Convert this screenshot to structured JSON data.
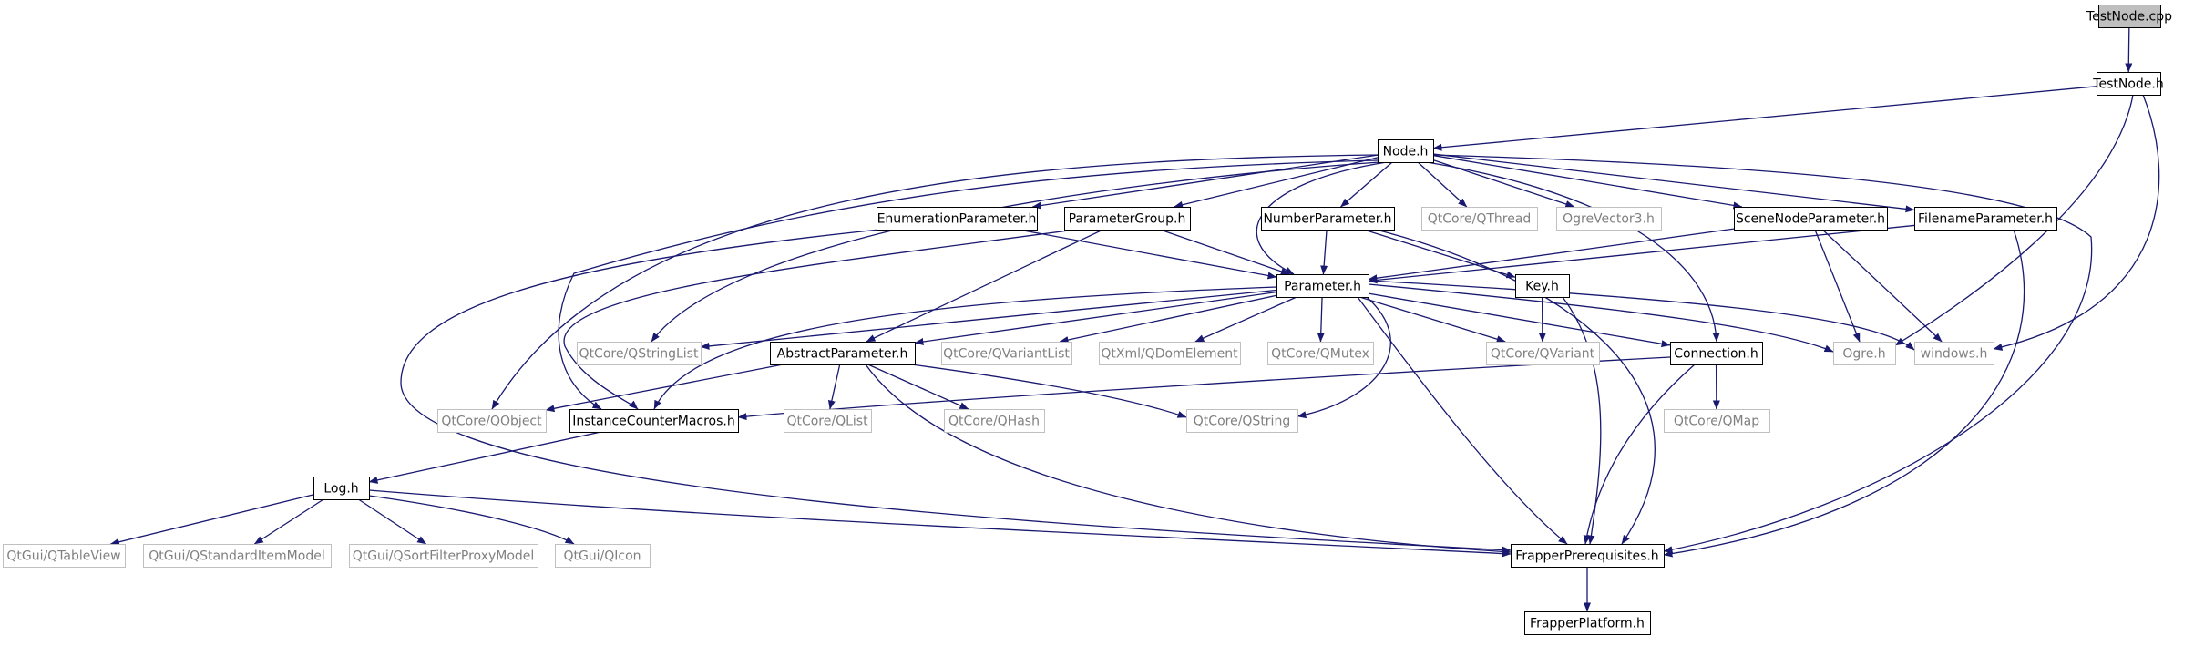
{
  "graph": {
    "title": "",
    "edge_color": "#191970",
    "root_fill": "#bfbfbf",
    "internal_border": "#000000",
    "external_border": "#c0c0c0",
    "external_text": "#808080",
    "nodes": [
      {
        "id": "testnode-cpp",
        "label": "TestNode.cpp",
        "kind": "root"
      },
      {
        "id": "testnode-h",
        "label": "TestNode.h",
        "kind": "main"
      },
      {
        "id": "node-h",
        "label": "Node.h",
        "kind": "main"
      },
      {
        "id": "enumerationparameter-h",
        "label": "EnumerationParameter.h",
        "kind": "main"
      },
      {
        "id": "parametergroup-h",
        "label": "ParameterGroup.h",
        "kind": "main"
      },
      {
        "id": "numberparameter-h",
        "label": "NumberParameter.h",
        "kind": "main"
      },
      {
        "id": "qtcore-qthread",
        "label": "QtCore/QThread",
        "kind": "ext"
      },
      {
        "id": "ogrevector3-h",
        "label": "OgreVector3.h",
        "kind": "ext"
      },
      {
        "id": "scenenodeparameter-h",
        "label": "SceneNodeParameter.h",
        "kind": "main"
      },
      {
        "id": "filenameparameter-h",
        "label": "FilenameParameter.h",
        "kind": "main"
      },
      {
        "id": "parameter-h",
        "label": "Parameter.h",
        "kind": "main"
      },
      {
        "id": "key-h",
        "label": "Key.h",
        "kind": "main"
      },
      {
        "id": "qtcore-qstringlist",
        "label": "QtCore/QStringList",
        "kind": "ext"
      },
      {
        "id": "abstractparameter-h",
        "label": "AbstractParameter.h",
        "kind": "main"
      },
      {
        "id": "qtcore-qvariantlist",
        "label": "QtCore/QVariantList",
        "kind": "ext"
      },
      {
        "id": "qtxml-qdomelement",
        "label": "QtXml/QDomElement",
        "kind": "ext"
      },
      {
        "id": "qtcore-qmutex",
        "label": "QtCore/QMutex",
        "kind": "ext"
      },
      {
        "id": "qtcore-qvariant",
        "label": "QtCore/QVariant",
        "kind": "ext"
      },
      {
        "id": "connection-h",
        "label": "Connection.h",
        "kind": "main"
      },
      {
        "id": "ogre-h",
        "label": "Ogre.h",
        "kind": "ext"
      },
      {
        "id": "windows-h",
        "label": "windows.h",
        "kind": "ext"
      },
      {
        "id": "qtcore-qobject",
        "label": "QtCore/QObject",
        "kind": "ext"
      },
      {
        "id": "instancecountermacros-h",
        "label": "InstanceCounterMacros.h",
        "kind": "main"
      },
      {
        "id": "qtcore-qlist",
        "label": "QtCore/QList",
        "kind": "ext"
      },
      {
        "id": "qtcore-qhash",
        "label": "QtCore/QHash",
        "kind": "ext"
      },
      {
        "id": "qtcore-qstring",
        "label": "QtCore/QString",
        "kind": "ext"
      },
      {
        "id": "qtcore-qmap",
        "label": "QtCore/QMap",
        "kind": "ext"
      },
      {
        "id": "log-h",
        "label": "Log.h",
        "kind": "main"
      },
      {
        "id": "qtgui-qtableview",
        "label": "QtGui/QTableView",
        "kind": "ext"
      },
      {
        "id": "qtgui-qstandarditemmodel",
        "label": "QtGui/QStandardItemModel",
        "kind": "ext"
      },
      {
        "id": "qtgui-qsortfilterproxymodel",
        "label": "QtGui/QSortFilterProxyModel",
        "kind": "ext"
      },
      {
        "id": "qtgui-qicon",
        "label": "QtGui/QIcon",
        "kind": "ext"
      },
      {
        "id": "frapperprerequisites-h",
        "label": "FrapperPrerequisites.h",
        "kind": "main"
      },
      {
        "id": "frapperplatform-h",
        "label": "FrapperPlatform.h",
        "kind": "main"
      }
    ],
    "edges": [
      [
        "testnode-cpp",
        "testnode-h"
      ],
      [
        "testnode-h",
        "node-h"
      ],
      [
        "testnode-h",
        "ogre-h"
      ],
      [
        "testnode-h",
        "windows-h"
      ],
      [
        "node-h",
        "enumerationparameter-h"
      ],
      [
        "node-h",
        "parametergroup-h"
      ],
      [
        "node-h",
        "numberparameter-h"
      ],
      [
        "node-h",
        "qtcore-qthread"
      ],
      [
        "node-h",
        "ogrevector3-h"
      ],
      [
        "node-h",
        "scenenodeparameter-h"
      ],
      [
        "node-h",
        "filenameparameter-h"
      ],
      [
        "node-h",
        "parameter-h"
      ],
      [
        "node-h",
        "qtcore-qstringlist"
      ],
      [
        "node-h",
        "qtcore-qobject"
      ],
      [
        "node-h",
        "instancecountermacros-h"
      ],
      [
        "node-h",
        "connection-h"
      ],
      [
        "node-h",
        "frapperprerequisites-h"
      ],
      [
        "enumerationparameter-h",
        "parameter-h"
      ],
      [
        "enumerationparameter-h",
        "frapperprerequisites-h"
      ],
      [
        "parametergroup-h",
        "parameter-h"
      ],
      [
        "parametergroup-h",
        "abstractparameter-h"
      ],
      [
        "parametergroup-h",
        "instancecountermacros-h"
      ],
      [
        "numberparameter-h",
        "parameter-h"
      ],
      [
        "numberparameter-h",
        "key-h"
      ],
      [
        "numberparameter-h",
        "frapperprerequisites-h"
      ],
      [
        "scenenodeparameter-h",
        "parameter-h"
      ],
      [
        "scenenodeparameter-h",
        "ogre-h"
      ],
      [
        "scenenodeparameter-h",
        "windows-h"
      ],
      [
        "filenameparameter-h",
        "parameter-h"
      ],
      [
        "filenameparameter-h",
        "frapperprerequisites-h"
      ],
      [
        "parameter-h",
        "qtcore-qstringlist"
      ],
      [
        "parameter-h",
        "abstractparameter-h"
      ],
      [
        "parameter-h",
        "qtcore-qvariantlist"
      ],
      [
        "parameter-h",
        "qtxml-qdomelement"
      ],
      [
        "parameter-h",
        "qtcore-qmutex"
      ],
      [
        "parameter-h",
        "qtcore-qvariant"
      ],
      [
        "parameter-h",
        "connection-h"
      ],
      [
        "parameter-h",
        "ogre-h"
      ],
      [
        "parameter-h",
        "windows-h"
      ],
      [
        "parameter-h",
        "instancecountermacros-h"
      ],
      [
        "parameter-h",
        "qtcore-qstring"
      ],
      [
        "parameter-h",
        "frapperprerequisites-h"
      ],
      [
        "key-h",
        "qtcore-qvariant"
      ],
      [
        "key-h",
        "frapperprerequisites-h"
      ],
      [
        "abstractparameter-h",
        "qtcore-qobject"
      ],
      [
        "abstractparameter-h",
        "qtcore-qlist"
      ],
      [
        "abstractparameter-h",
        "qtcore-qhash"
      ],
      [
        "abstractparameter-h",
        "qtcore-qstring"
      ],
      [
        "abstractparameter-h",
        "frapperprerequisites-h"
      ],
      [
        "connection-h",
        "instancecountermacros-h"
      ],
      [
        "connection-h",
        "qtcore-qmap"
      ],
      [
        "connection-h",
        "frapperprerequisites-h"
      ],
      [
        "instancecountermacros-h",
        "log-h"
      ],
      [
        "log-h",
        "qtgui-qtableview"
      ],
      [
        "log-h",
        "qtgui-qstandarditemmodel"
      ],
      [
        "log-h",
        "qtgui-qsortfilterproxymodel"
      ],
      [
        "log-h",
        "qtgui-qicon"
      ],
      [
        "log-h",
        "frapperprerequisites-h"
      ],
      [
        "frapperprerequisites-h",
        "frapperplatform-h"
      ]
    ]
  }
}
